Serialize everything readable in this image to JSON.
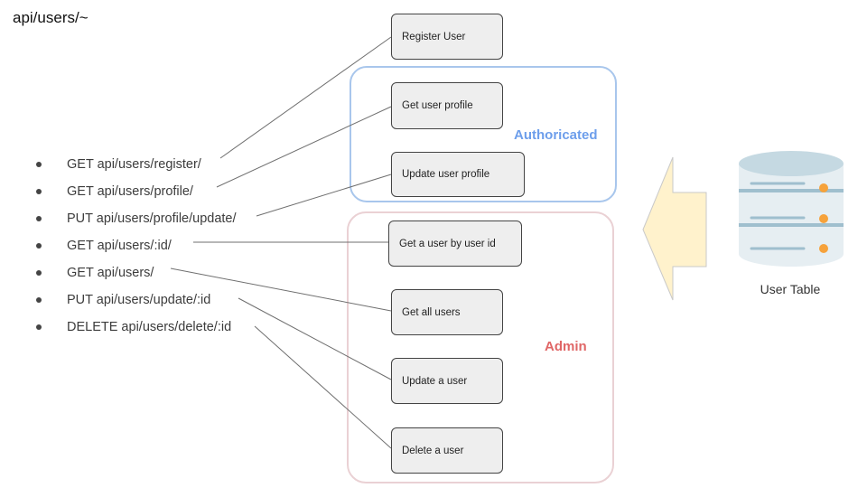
{
  "title": "api/users/~",
  "endpoints": [
    "GET api/users/register/",
    "GET api/users/profile/",
    "PUT api/users/profile/update/",
    "GET api/users/:id/",
    "GET api/users/",
    "PUT api/users/update/:id",
    "DELETE api/users/delete/:id"
  ],
  "nodes": {
    "register": "Register User",
    "get_profile": "Get user profile",
    "update_profile": "Update user profile",
    "get_by_id": "Get a user by user id",
    "get_all": "Get all users",
    "update_user": "Update a user",
    "delete_user": "Delete a user"
  },
  "groups": {
    "authorized": {
      "label": "Authoricated",
      "color": "#6d9eeb"
    },
    "admin": {
      "label": "Admin",
      "color": "#e06666"
    }
  },
  "database": {
    "label": "User Table",
    "icon": "database-icon"
  },
  "colors": {
    "arrow_fill": "#fff2cc",
    "db_top": "#c5d9e2",
    "db_band": "#9fbfce",
    "db_light": "#e6eef2",
    "db_indicator": "#f6a23b"
  }
}
